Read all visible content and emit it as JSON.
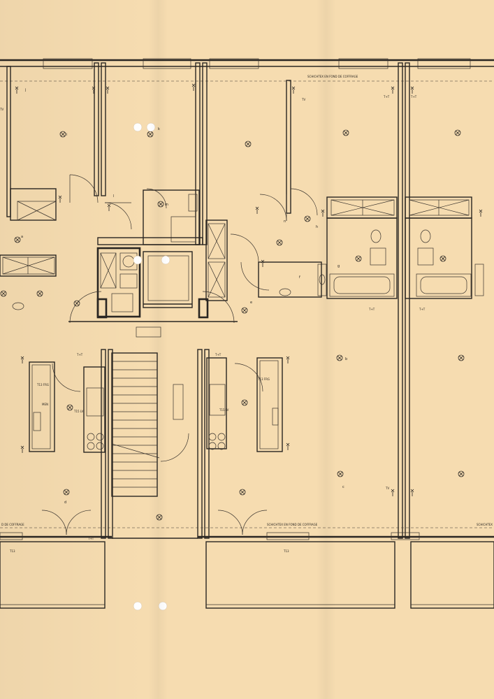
{
  "annotations": {
    "coffrage_top": "SCHICHTEX EN FOND DE COFFRAGE",
    "coffrage_bottom_center": "SCHICHTEX EN FOND DE COFFRAGE",
    "coffrage_bottom_left": "D DE COFFRAGE",
    "coffrage_bottom_right": "SCHICHTEX"
  },
  "fixture_labels": {
    "tv_1": "TV",
    "tv_2": "TV",
    "tv_3": "TV",
    "tt_1": "T+T",
    "tt_2": "T+T",
    "tt_3": "T+T",
    "tt_4": "T+T",
    "tt_5": "T+T",
    "tt_6": "T+T",
    "tt_7": "T+T",
    "t13_1": "T13",
    "t13_2": "T13",
    "t13_frg_1": "T13 FRG",
    "t13_frg_2": "T13 FRG",
    "t15_lv_1": "T15 LV",
    "t15_lv_2": "T15 LV",
    "men": "MEN"
  },
  "circuit_letters": [
    "i",
    "k",
    "j",
    "m",
    "n",
    "h",
    "g",
    "f",
    "e",
    "a",
    "b",
    "c",
    "d",
    "l"
  ]
}
